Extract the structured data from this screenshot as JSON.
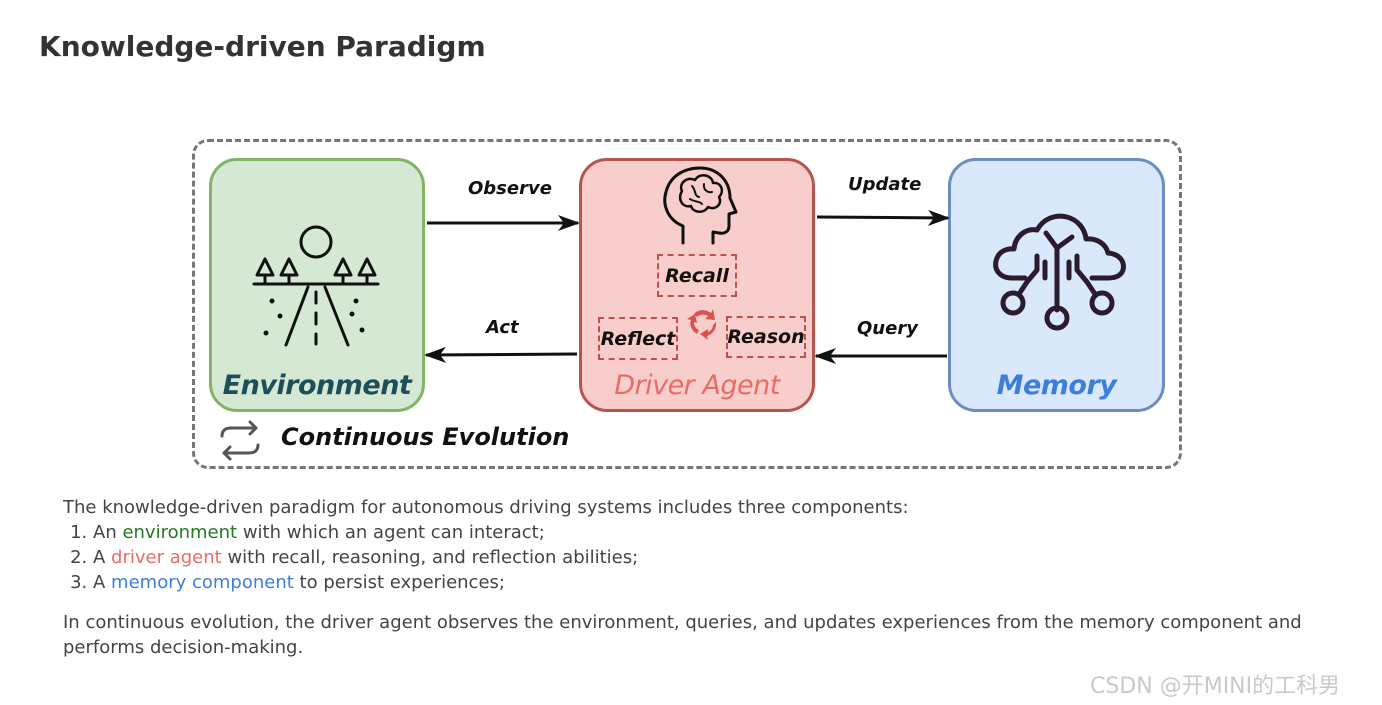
{
  "title": "Knowledge-driven Paradigm",
  "diagram": {
    "environment_label": "Environment",
    "agent_label": "Driver Agent",
    "memory_label": "Memory",
    "recall_label": "Recall",
    "reflect_label": "Reflect",
    "reason_label": "Reason",
    "observe_label": "Observe",
    "act_label": "Act",
    "update_label": "Update",
    "query_label": "Query",
    "evolution_label": "Continuous Evolution",
    "icons": {
      "environment": "road-trees-sun-icon",
      "agent": "head-brain-icon",
      "memory": "cloud-network-icon",
      "cycle": "cycle-arrows-icon",
      "evolution": "repeat-icon"
    },
    "colors": {
      "env_fill": "#d5e8d4",
      "env_border": "#82b366",
      "agent_fill": "#f8cecc",
      "agent_border": "#b85450",
      "memory_fill": "#dae8fc",
      "memory_border": "#6c8ebf"
    }
  },
  "description": {
    "intro": "The knowledge-driven paradigm for autonomous driving systems includes three components:",
    "items": [
      {
        "before": "An ",
        "highlight": "environment",
        "after": " with which an agent can interact;"
      },
      {
        "before": "A ",
        "highlight": "driver agent",
        "after": " with recall, reasoning, and reflection abilities;"
      },
      {
        "before": "A ",
        "highlight": "memory component",
        "after": " to persist experiences;"
      }
    ],
    "summary": "In continuous evolution, the driver agent observes the environment, queries, and updates experiences from the memory component and performs decision-making."
  },
  "watermark": "CSDN @开MINI的工科男"
}
